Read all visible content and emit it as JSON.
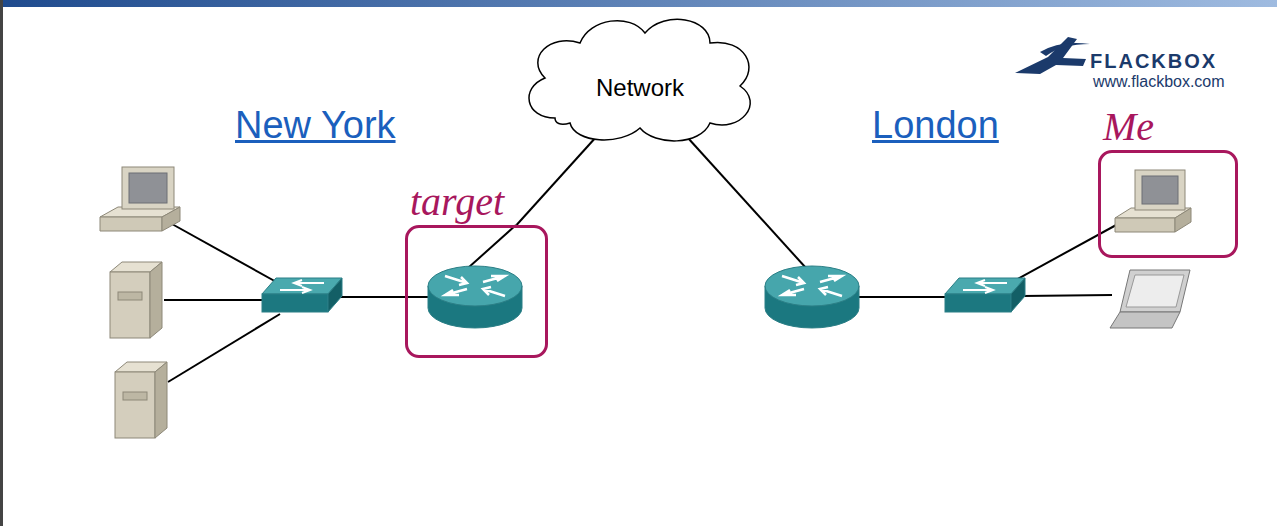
{
  "diagram": {
    "nodes": [
      {
        "text": [
          "Network"
        ]
      },
      {
        "text": [
          "target"
        ]
      },
      {
        "text": [
          "Me"
        ]
      }
    ],
    "edges": [
      {
        "from": 1,
        "to": 0,
        "arrow": "none"
      }
    ],
    "labels": [
      "FLACKBOX",
      "www.flackbox.com",
      "New York",
      "London"
    ]
  }
}
